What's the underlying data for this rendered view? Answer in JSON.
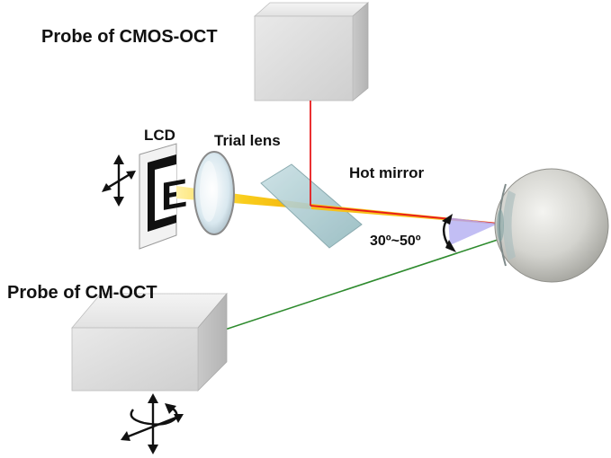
{
  "labels": {
    "probe_cmos": "Probe of CMOS-OCT",
    "probe_cm": "Probe of CM-OCT",
    "lcd": "LCD",
    "trial_lens": "Trial lens",
    "hot_mirror": "Hot mirror",
    "angle_range": "30º~50º"
  },
  "lcd_letter": "E",
  "colors": {
    "red_beam": "#e8191b",
    "green_beam": "#2e8b2e",
    "yellow_beam": "#f6c20e",
    "angle_fill": "#b7b3f2",
    "box_gray": "#dcdcdc",
    "eye_gray": "#c8c8c4"
  }
}
